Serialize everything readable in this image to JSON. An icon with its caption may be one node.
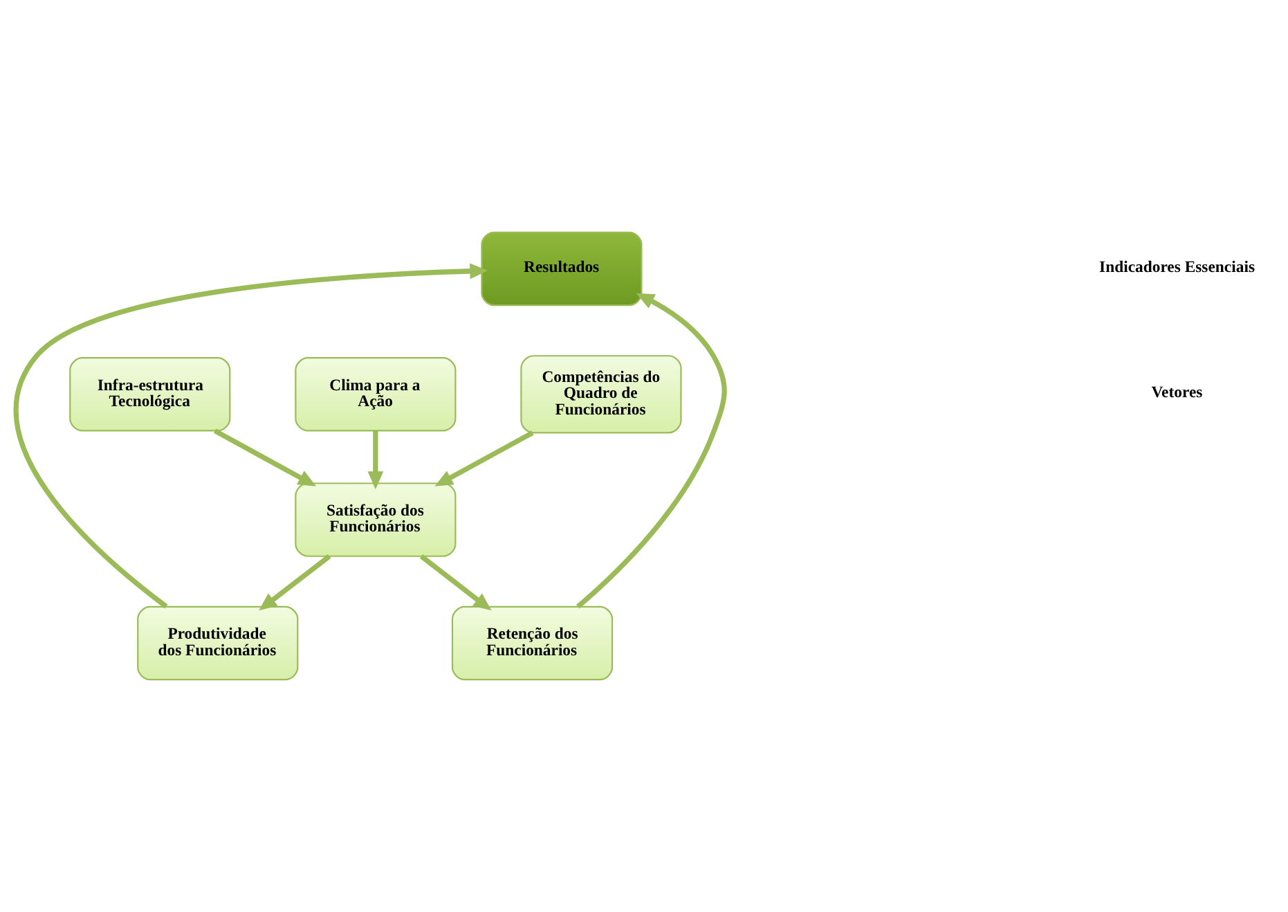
{
  "diagram": {
    "nodes": [
      {
        "text": [
          "Resultados"
        ]
      },
      {
        "text": [
          "Retenção dos Funcionários"
        ]
      },
      {
        "text": [
          "Produtividade dos Funcionários"
        ]
      },
      {
        "text": [
          "Satisfação dos Funcionários"
        ]
      },
      {
        "text": [
          "Competências do Quadro de Funcionários"
        ]
      },
      {
        "text": [
          "Infra-estrutura Tecnológica"
        ]
      },
      {
        "text": [
          "Clima para a Ação"
        ]
      }
    ],
    "edges": [
      {
        "from": 1,
        "to": 0,
        "arrow": "to"
      },
      {
        "from": 2,
        "to": 0,
        "arrow": "to"
      },
      {
        "from": 3,
        "to": 1,
        "arrow": "to"
      },
      {
        "from": 3,
        "to": 2,
        "arrow": "to"
      },
      {
        "from": 4,
        "to": 3,
        "arrow": "to"
      },
      {
        "from": 5,
        "to": 3,
        "arrow": "to"
      },
      {
        "from": 6,
        "to": 3,
        "arrow": "to"
      }
    ],
    "labels": [
      "Indicadores Essenciais",
      "Vetores"
    ]
  }
}
